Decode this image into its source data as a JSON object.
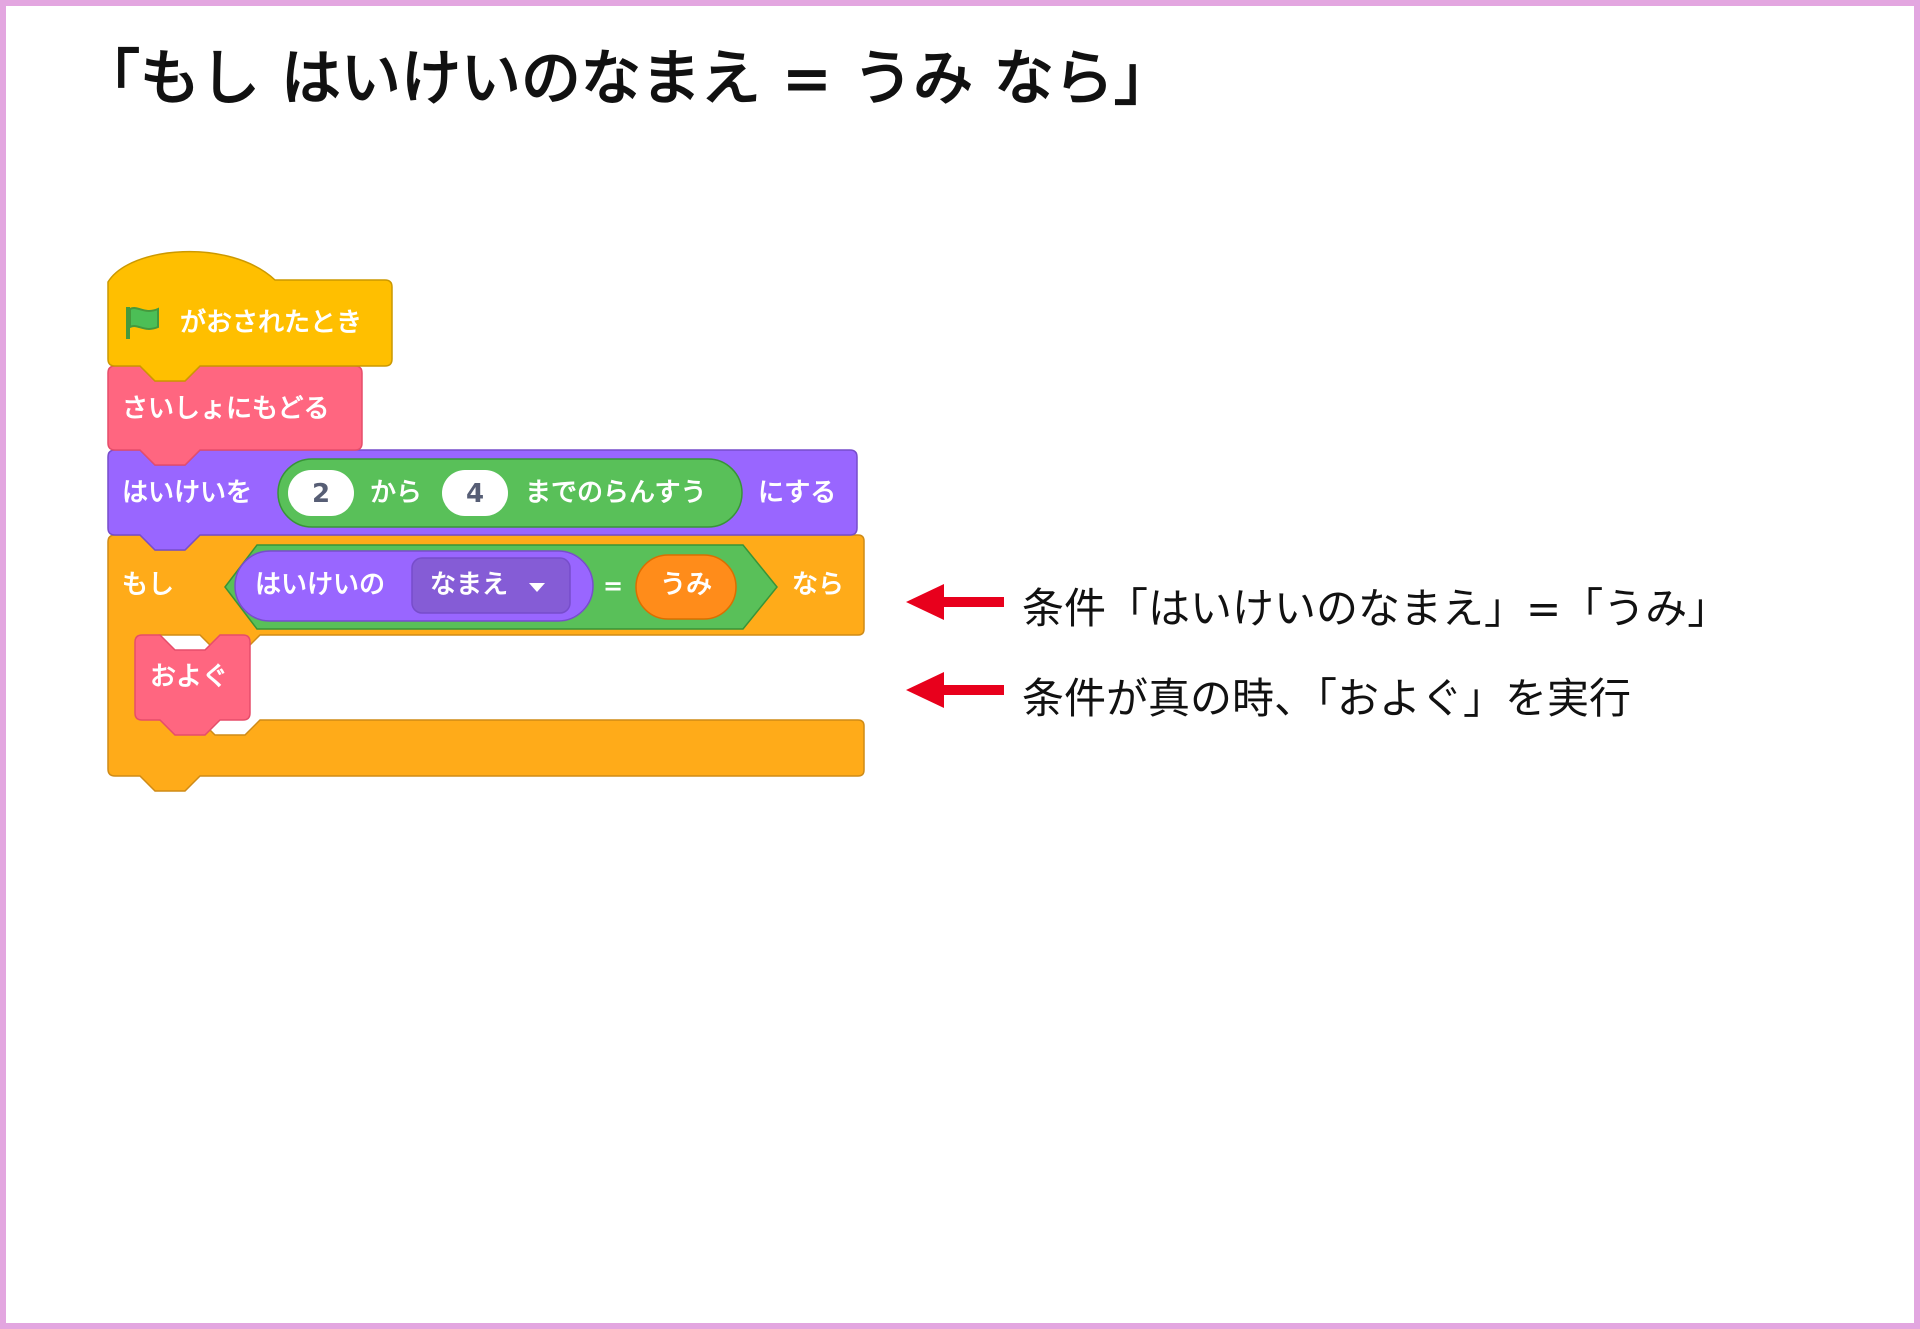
{
  "title": "「もし はいけいのなまえ = うみ なら」",
  "blocks": {
    "hat": {
      "label": "がおされたとき"
    },
    "reset": {
      "label": "さいしょにもどる"
    },
    "set_backdrop": {
      "prefix": "はいけいを",
      "from_value": "2",
      "from_label": "から",
      "to_value": "4",
      "random_label": "までのらんすう",
      "suffix": "にする"
    },
    "if_block": {
      "if_label": "もし",
      "backdrop_label": "はいけいの",
      "dropdown_value": "なまえ",
      "operator": "=",
      "compare_value": "うみ",
      "then_label": "なら"
    },
    "swim": {
      "label": "およぐ"
    }
  },
  "annotations": {
    "condition": "条件「はいけいのなまえ」=「うみ」",
    "action": "条件が真の時、「およぐ」を実行"
  },
  "colors": {
    "frame": "#e3a6e0",
    "events": "#FFBF00",
    "reset_block": "#FF6680",
    "looks": "#9966FF",
    "operators": "#59C059",
    "control": "#FFAB19",
    "sensing_value": "#FF8C1A",
    "arrow": "#E8001C"
  }
}
